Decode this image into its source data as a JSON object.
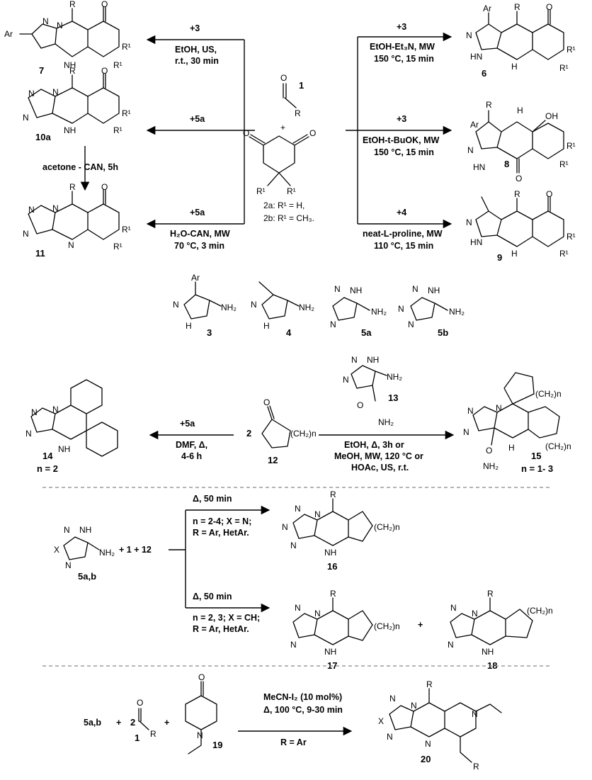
{
  "reactants": {
    "aldehyde_label": "1",
    "aldehyde_R": "R",
    "plus": "+",
    "dione_R1_left": "R¹",
    "dione_R1_right": "R¹",
    "dione_2a": "2a: R¹ = H,",
    "dione_2b": "2b: R¹ = CH₃."
  },
  "reactions_top": [
    {
      "reagent": "+3",
      "line1": "EtOH, US,",
      "line2": "r.t., 30 min",
      "product": "7"
    },
    {
      "reagent": "+5a",
      "line1": "",
      "line2": "",
      "product": "10a"
    },
    {
      "reagent": "+5a",
      "line1": "H₂O-CAN, MW",
      "line2": "70 °C, 3 min",
      "product": "11"
    },
    {
      "reagent": "+3",
      "line1": "EtOH-Et₃N, MW",
      "line2": "150 °C, 15 min",
      "product": "6"
    },
    {
      "reagent": "+3",
      "line1": "EtOH-t-BuOK, MW",
      "line2": "150 °C, 15 min",
      "product": "8"
    },
    {
      "reagent": "+4",
      "line1": "neat-L-proline, MW",
      "line2": "110 °C, 15 min",
      "product": "9"
    }
  ],
  "oxidation": {
    "condition": "acetone - CAN, 5h"
  },
  "atom_labels": {
    "Ar": "Ar",
    "R": "R",
    "R1": "R¹",
    "N": "N",
    "NH": "NH",
    "H": "H",
    "OH": "OH",
    "O": "O",
    "HN": "HN",
    "X": "X",
    "NH2": "NH₂",
    "CH2n": "(CH₂)n"
  },
  "amines": [
    {
      "label": "3"
    },
    {
      "label": "4"
    },
    {
      "label": "5a"
    },
    {
      "label": "5b"
    }
  ],
  "section2": {
    "ketone_label": "12",
    "coef": "2",
    "left_reagent": "+5a",
    "left_cond1": "DMF, Δ,",
    "left_cond2": "4-6 h",
    "product14": "14",
    "product14_n": "n = 2",
    "reagent13": "13",
    "right_cond1": "EtOH, Δ, 3h or",
    "right_cond2": "MeOH, MW, 120  °C or",
    "right_cond3": "HOAc, US, r.t.",
    "product15": "15",
    "product15_n": "n = 1- 3"
  },
  "section3": {
    "reactants": "+ 1 + 12",
    "azole": "5a,b",
    "upper_cond": "Δ, 50 min",
    "upper_l1": "n = 2-4; X = N;",
    "upper_l2": "R = Ar, HetAr.",
    "product16": "16",
    "lower_cond": "Δ, 50 min",
    "lower_l1": "n = 2, 3; X = CH;",
    "lower_l2": "R = Ar, HetAr.",
    "product17": "17",
    "plus": "+",
    "product18": "18"
  },
  "section4": {
    "azole": "5a,b",
    "plus1": "+",
    "coef": "2",
    "aldehyde_num": "1",
    "plus2": "+",
    "piperidone": "19",
    "cond1": "MeCN-I₂ (10 mol%)",
    "cond2": "Δ, 100 °C, 9-30 min",
    "cond3": "R = Ar",
    "product20": "20"
  }
}
